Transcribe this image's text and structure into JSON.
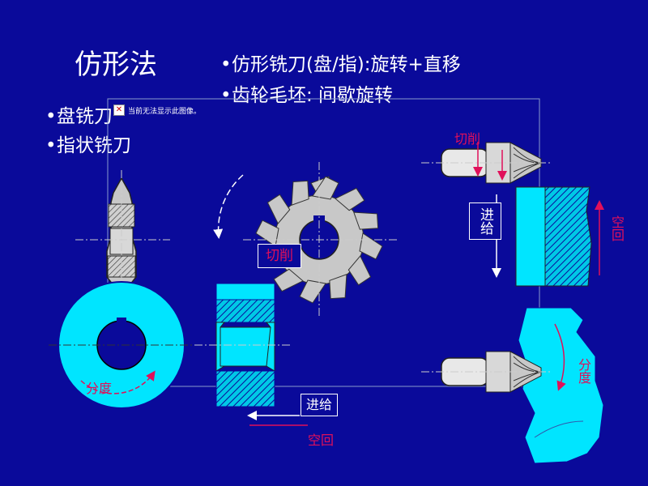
{
  "title": "仿形法",
  "right_bullets": [
    "仿形铣刀(盘/指):旋转+直移",
    "齿轮毛坯: 间歇旋转"
  ],
  "left_bullets": [
    "盘铣刀",
    "指状铣刀"
  ],
  "broken_image_text": "当前无法显示此图像。",
  "labels": {
    "cut_top": "切削",
    "cut_mid": "切削",
    "feed_right": "进给",
    "feed_bottom": "进给",
    "return_bottom": "空回",
    "return_right": "空回",
    "index_left": "分度",
    "index_right": "分度"
  },
  "colors": {
    "background": "#0a0a9a",
    "cyan": "#00e5ff",
    "gray": "#c8c8c8",
    "accent_red": "#e0105a"
  }
}
